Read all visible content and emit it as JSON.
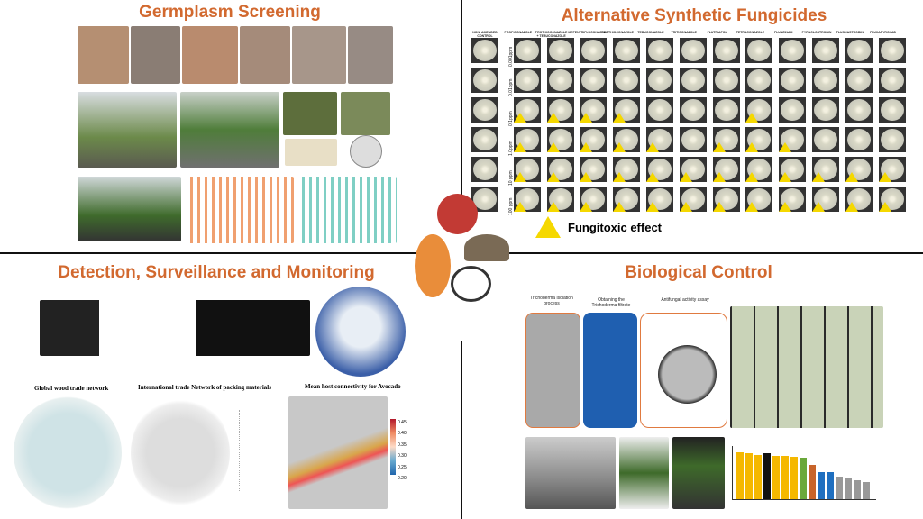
{
  "sections": {
    "germplasm": {
      "title": "Germplasm Screening"
    },
    "fungicides": {
      "title": "Alternative Synthetic Fungicides",
      "legend": "Fungitoxic effect",
      "columns": [
        "NON- AMENDED CONTROL",
        "PROPICONAZOLE",
        "PROTHIOCONAZOLE + TEBUCONAZOLE",
        "MEFENTRIFLUCONAZOLE",
        "PROTHIOCONAZOLE",
        "TEBUCONAZOLE",
        "TRITICONAZOLE",
        "FLUTRIAFOL",
        "TETRACONAZOLE",
        "FLUAZINAM",
        "PYRACLOSTROBIN",
        "FLUOXASTROBIN",
        "FLUXAPYROXAD"
      ],
      "rows": [
        "0.001ppm",
        "0.01ppm",
        "0.1ppm",
        "1.0ppm",
        "10 ppm",
        "100 ppm"
      ],
      "fungitoxic": [
        [],
        [],
        [
          1,
          2,
          3,
          4,
          8
        ],
        [
          1,
          2,
          3,
          4,
          5,
          7,
          8,
          9
        ],
        [
          1,
          2,
          3,
          4,
          5,
          6,
          7,
          8,
          9,
          10,
          11,
          12
        ],
        [
          1,
          2,
          3,
          4,
          5,
          6,
          7,
          8,
          9,
          10,
          11,
          12
        ]
      ]
    },
    "detection": {
      "title": "Detection, Surveillance and Monitoring",
      "networks": [
        "Global wood trade network",
        "International trade Network of packing materials",
        "Mean host connectivity for Avocado"
      ],
      "map_scale": [
        "0.45",
        "0.40",
        "0.35",
        "0.30",
        "0.25",
        "0.20"
      ]
    },
    "biocontrol": {
      "title": "Biological Control",
      "steps": [
        "Trichoderma isolation process",
        "Obtaining the Trichoderma filtrate",
        "Antifungal activity assay"
      ]
    }
  },
  "colors": {
    "title": "#d2692f",
    "hazard": "#f5d800"
  }
}
